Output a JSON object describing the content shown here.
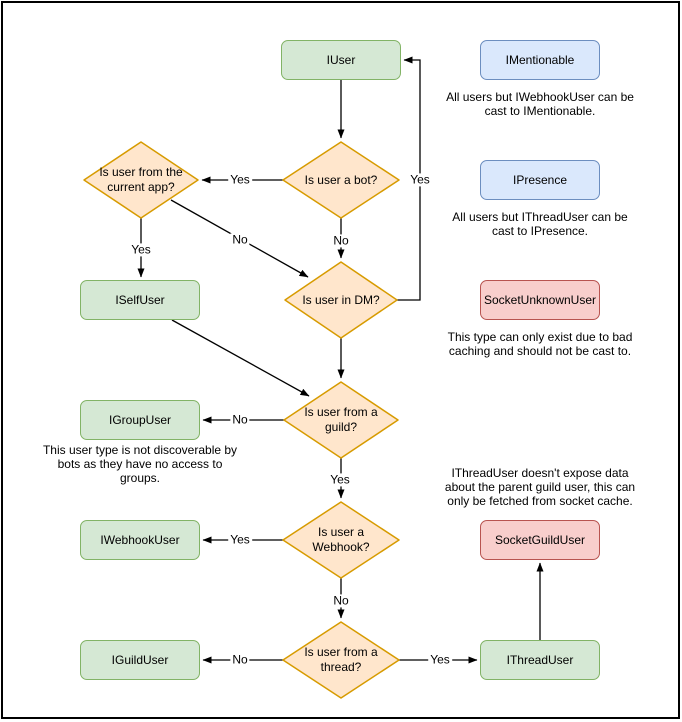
{
  "colors": {
    "green_fill": "#d5e8d4",
    "green_border": "#82b366",
    "blue_fill": "#dae8fc",
    "blue_border": "#6c8ebf",
    "red_fill": "#f8cecc",
    "red_border": "#b85450",
    "orange_fill": "#ffe6cc",
    "orange_border": "#d79b00",
    "edge": "#000000"
  },
  "nodes": {
    "iuser": {
      "label": "IUser"
    },
    "imentionable": {
      "label": "IMentionable"
    },
    "ipresence": {
      "label": "IPresence"
    },
    "socketunknownuser": {
      "label": "SocketUnknownUser"
    },
    "iselfuser": {
      "label": "ISelfUser"
    },
    "igroupuser": {
      "label": "IGroupUser"
    },
    "iwebhookuser": {
      "label": "IWebhookUser"
    },
    "iguilduser": {
      "label": "IGuildUser"
    },
    "socketguilduser": {
      "label": "SocketGuildUser"
    },
    "ithreaduser": {
      "label": "IThreadUser"
    }
  },
  "decisions": {
    "is_bot": {
      "lines": [
        "Is user a bot?"
      ]
    },
    "current_app": {
      "lines": [
        "Is user from the",
        "current app?"
      ]
    },
    "in_dm": {
      "lines": [
        "Is user in DM?"
      ]
    },
    "from_guild": {
      "lines": [
        "Is user from a",
        "guild?"
      ]
    },
    "is_webhook": {
      "lines": [
        "Is user a",
        "Webhook?"
      ]
    },
    "from_thread": {
      "lines": [
        "Is user from a",
        "thread?"
      ]
    }
  },
  "edge_labels": {
    "yes": "Yes",
    "no": "No"
  },
  "notes": {
    "imentionable": [
      "All users but IWebhookUser can be",
      "cast to IMentionable."
    ],
    "ipresence": [
      "All users but IThreadUser can be",
      "cast to IPresence."
    ],
    "socketunknownuser": [
      "This type can only exist due to bad",
      "caching and should not be cast to."
    ],
    "igroupuser": [
      "This user type is not discoverable by",
      "bots as they have no access to",
      "groups."
    ],
    "socketguilduser": [
      "IThreadUser doesn't expose data",
      "about the parent guild user, this can",
      "only be fetched from socket cache."
    ]
  }
}
